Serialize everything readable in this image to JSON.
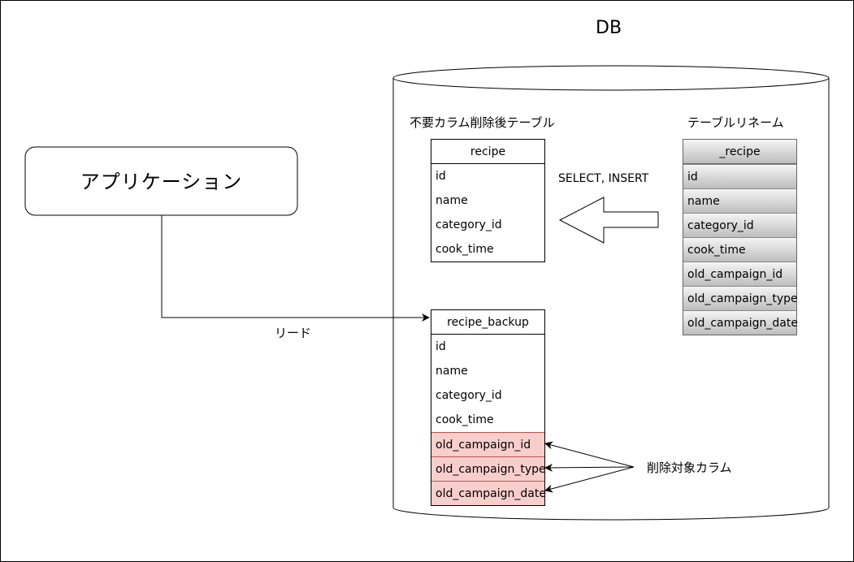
{
  "db_label": "DB",
  "app_label": "アプリケーション",
  "read_label": "リード",
  "left_caption": "不要カラム削除後テーブル",
  "right_caption": "テーブルリネーム",
  "copy_label": "SELECT, INSERT",
  "delete_label": "削除対象カラム",
  "tables": {
    "recipe": {
      "name": "recipe",
      "columns": [
        "id",
        "name",
        "category_id",
        "cook_time"
      ]
    },
    "recipe_backup": {
      "name": "recipe_backup",
      "columns": [
        "id",
        "name",
        "category_id",
        "cook_time",
        "old_campaign_id",
        "old_campaign_type",
        "old_campaign_date"
      ]
    },
    "renamed": {
      "name": "_recipe",
      "columns": [
        "id",
        "name",
        "category_id",
        "cook_time",
        "old_campaign_id",
        "old_campaign_type",
        "old_campaign_date"
      ]
    }
  },
  "colors": {
    "delete_fill": "#f8cecc",
    "delete_border": "#b85450",
    "renamed_fill": "#bdbdbd"
  }
}
